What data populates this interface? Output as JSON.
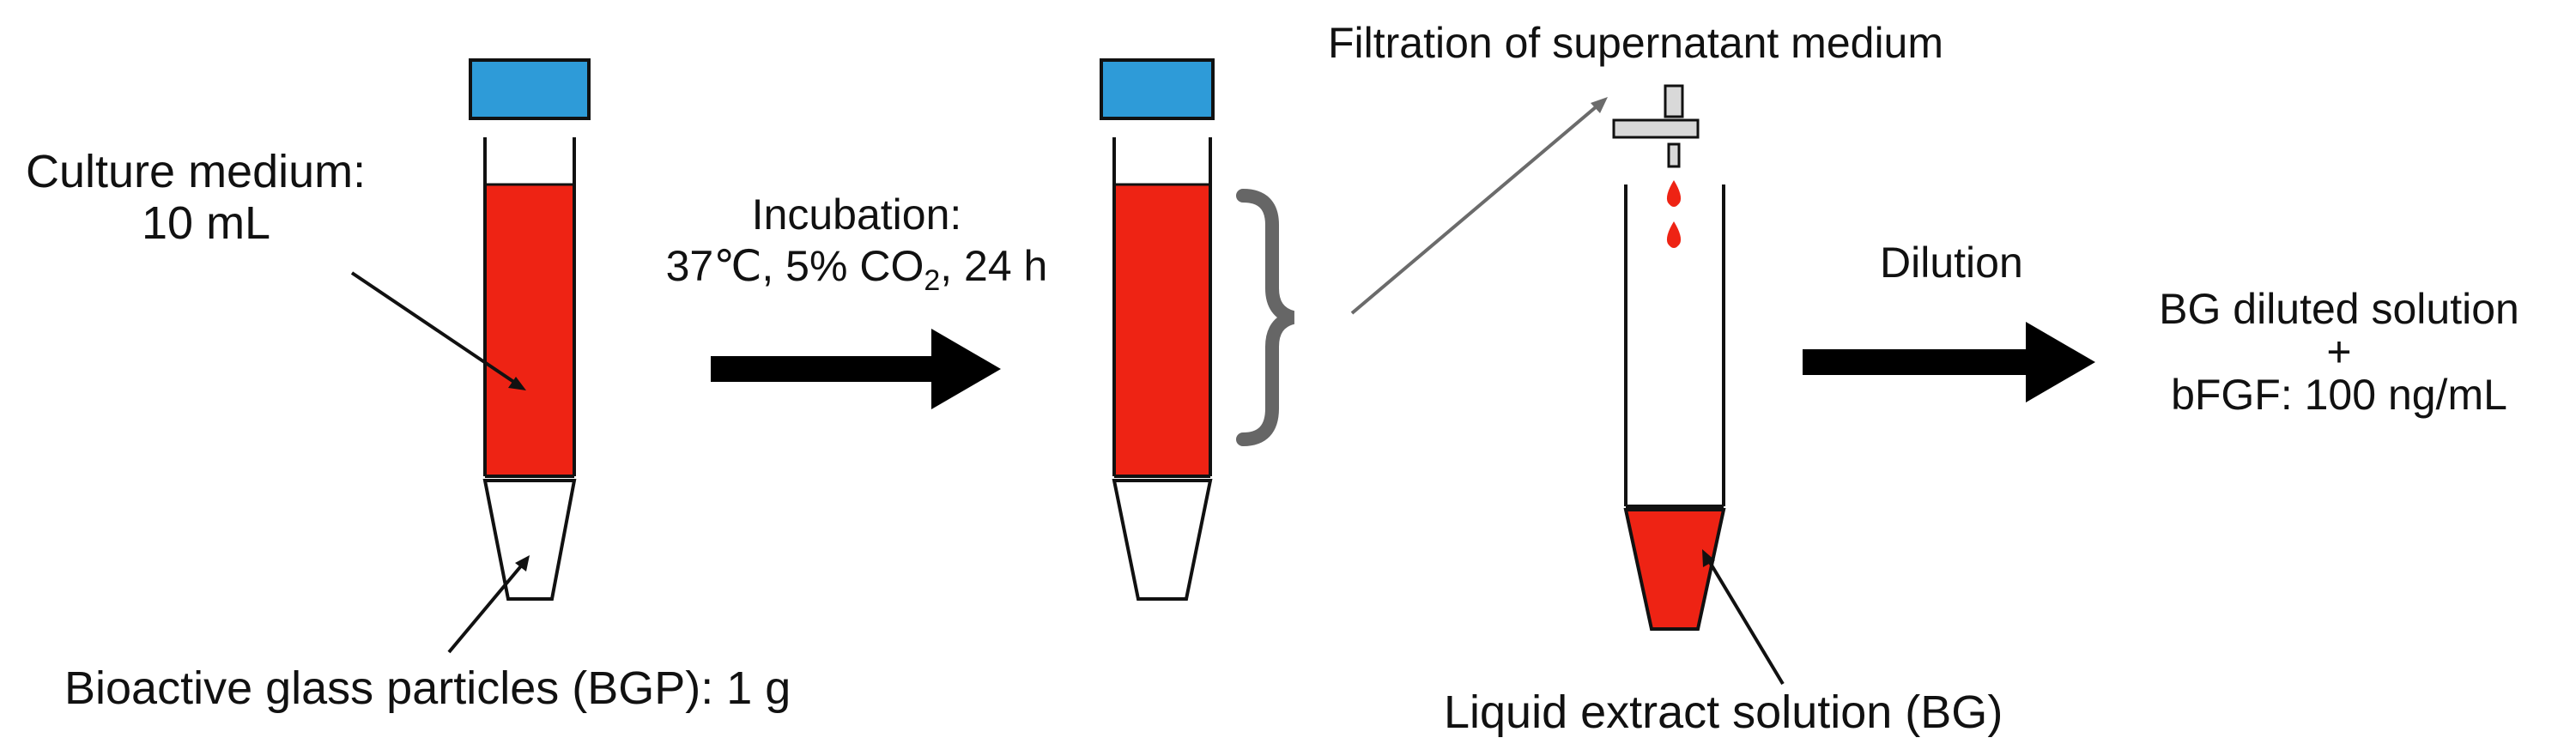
{
  "labels": {
    "culture_medium_line1": "Culture medium:",
    "culture_medium_line2": "10 mL",
    "bgp": "Bioactive glass particles (BGP): 1 g",
    "incubation_line1": "Incubation:",
    "incubation_line2_prefix": "37℃, 5% CO",
    "incubation_line2_sub": "2",
    "incubation_line2_suffix": ", 24 h",
    "filtration": "Filtration of supernatant medium",
    "dilution": "Dilution",
    "liquid_extract": "Liquid extract solution (BG)",
    "result_line1": "BG diluted solution",
    "result_line2": "+",
    "result_line3": "bFGF: 100 ng/mL"
  },
  "colors": {
    "medium_red": "#EE2314",
    "cap_blue": "#2E9BD8",
    "arrow_black": "#000000",
    "brace_gray": "#666666",
    "filter_gray": "#D9D9D9"
  }
}
